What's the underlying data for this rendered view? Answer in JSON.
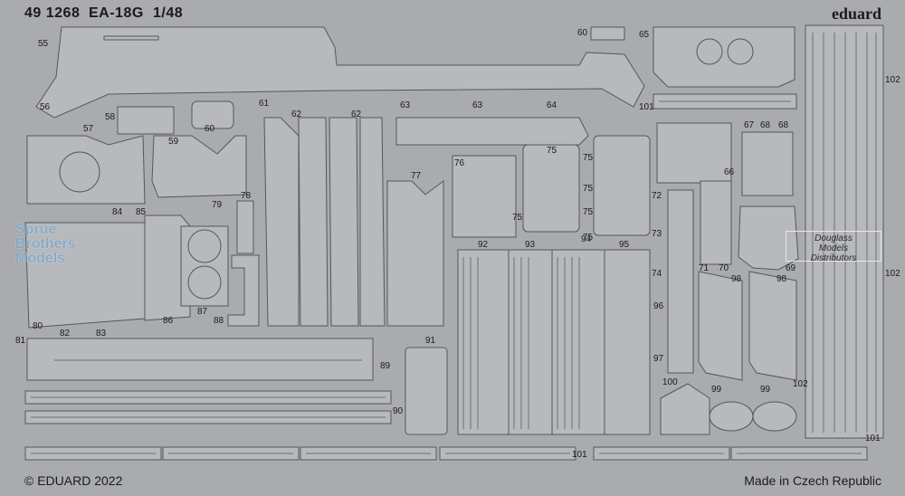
{
  "header": {
    "code": "49 1268",
    "model": "EA-18G",
    "scale": "1/48",
    "brand": "eduard"
  },
  "footer": {
    "copyright": "© EDUARD 2022",
    "origin": "Made in Czech Republic"
  },
  "watermarks": {
    "sprue": [
      "Sprue",
      "Brothers",
      "Models"
    ],
    "distributor": [
      "Douglass",
      "Models",
      "Distributors"
    ]
  },
  "part_numbers": [
    {
      "id": "p55",
      "label": "55"
    },
    {
      "id": "p56",
      "label": "56"
    },
    {
      "id": "p57",
      "label": "57"
    },
    {
      "id": "p58",
      "label": "58"
    },
    {
      "id": "p59",
      "label": "59"
    },
    {
      "id": "p60a",
      "label": "60"
    },
    {
      "id": "p60b",
      "label": "60"
    },
    {
      "id": "p61",
      "label": "61"
    },
    {
      "id": "p62a",
      "label": "62"
    },
    {
      "id": "p62b",
      "label": "62"
    },
    {
      "id": "p63a",
      "label": "63"
    },
    {
      "id": "p63b",
      "label": "63"
    },
    {
      "id": "p64",
      "label": "64"
    },
    {
      "id": "p65",
      "label": "65"
    },
    {
      "id": "p66",
      "label": "66"
    },
    {
      "id": "p67",
      "label": "67"
    },
    {
      "id": "p68a",
      "label": "68"
    },
    {
      "id": "p68b",
      "label": "68"
    },
    {
      "id": "p69",
      "label": "69"
    },
    {
      "id": "p70",
      "label": "70"
    },
    {
      "id": "p71",
      "label": "71"
    },
    {
      "id": "p72",
      "label": "72"
    },
    {
      "id": "p73",
      "label": "73"
    },
    {
      "id": "p74",
      "label": "74"
    },
    {
      "id": "p75a",
      "label": "75"
    },
    {
      "id": "p75b",
      "label": "75"
    },
    {
      "id": "p75c",
      "label": "75"
    },
    {
      "id": "p75d",
      "label": "75"
    },
    {
      "id": "p75e",
      "label": "75"
    },
    {
      "id": "p75f",
      "label": "75"
    },
    {
      "id": "p76",
      "label": "76"
    },
    {
      "id": "p77",
      "label": "77"
    },
    {
      "id": "p78",
      "label": "78"
    },
    {
      "id": "p79",
      "label": "79"
    },
    {
      "id": "p80",
      "label": "80"
    },
    {
      "id": "p81",
      "label": "81"
    },
    {
      "id": "p82",
      "label": "82"
    },
    {
      "id": "p83",
      "label": "83"
    },
    {
      "id": "p84",
      "label": "84"
    },
    {
      "id": "p85",
      "label": "85"
    },
    {
      "id": "p86",
      "label": "86"
    },
    {
      "id": "p87",
      "label": "87"
    },
    {
      "id": "p88",
      "label": "88"
    },
    {
      "id": "p89",
      "label": "89"
    },
    {
      "id": "p90",
      "label": "90"
    },
    {
      "id": "p91",
      "label": "91"
    },
    {
      "id": "p92",
      "label": "92"
    },
    {
      "id": "p93",
      "label": "93"
    },
    {
      "id": "p94",
      "label": "94"
    },
    {
      "id": "p95",
      "label": "95"
    },
    {
      "id": "p96",
      "label": "96"
    },
    {
      "id": "p97",
      "label": "97"
    },
    {
      "id": "p98a",
      "label": "98"
    },
    {
      "id": "p98b",
      "label": "98"
    },
    {
      "id": "p99a",
      "label": "99"
    },
    {
      "id": "p99b",
      "label": "99"
    },
    {
      "id": "p100",
      "label": "100"
    },
    {
      "id": "p101a",
      "label": "101"
    },
    {
      "id": "p101b",
      "label": "101"
    },
    {
      "id": "p101c",
      "label": "101"
    },
    {
      "id": "p102a",
      "label": "102"
    },
    {
      "id": "p102b",
      "label": "102"
    },
    {
      "id": "p102c",
      "label": "102"
    }
  ],
  "colors": {
    "fret": "#a9abaf",
    "part": "#b7b9bd",
    "edge": "#55575b",
    "text": "#1a1a1a",
    "watermark": "#7fa7c9"
  }
}
